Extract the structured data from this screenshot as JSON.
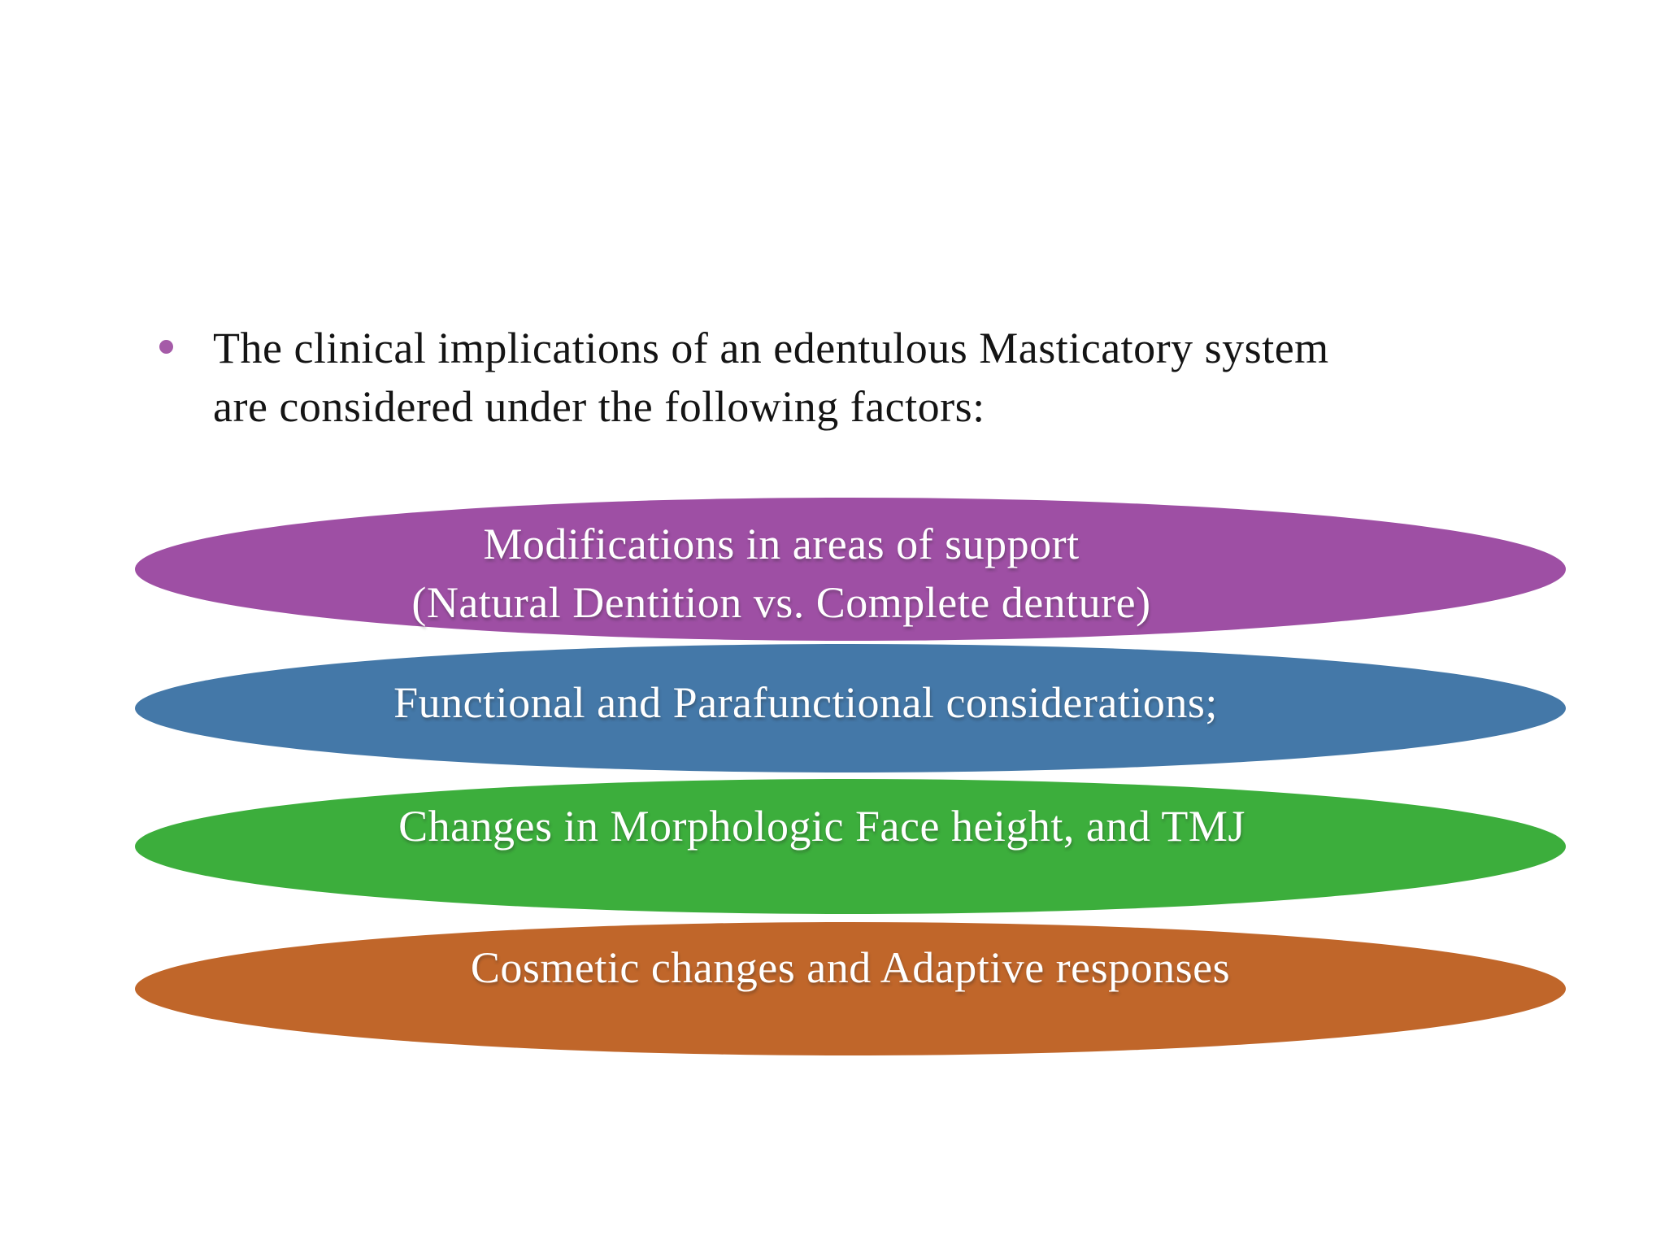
{
  "slide": {
    "background_color": "#ffffff",
    "intro": {
      "bullet_icon": "circle-bullet",
      "bullet_color": "#a55ba8",
      "text_color": "#141414",
      "lines": [
        "The clinical implications of an edentulous Masticatory system",
        "are considered under the following factors:"
      ]
    },
    "factors": [
      {
        "name": "modifications-in-areas-of-support",
        "color": "#9e4fa4",
        "lines": [
          "Modifications in areas of support",
          "(Natural Dentition vs. Complete denture)"
        ]
      },
      {
        "name": "functional-and-parafunctional",
        "color": "#4478a8",
        "lines": [
          "Functional and Parafunctional considerations;"
        ]
      },
      {
        "name": "morphologic-face-height-and-tmj",
        "color": "#3cae3c",
        "lines": [
          "Changes in Morphologic Face height, and TMJ"
        ]
      },
      {
        "name": "cosmetic-changes-adaptive-responses",
        "color": "#c0662a",
        "lines": [
          "Cosmetic changes and Adaptive responses"
        ]
      }
    ],
    "factor_text_color": "#ffffff"
  }
}
